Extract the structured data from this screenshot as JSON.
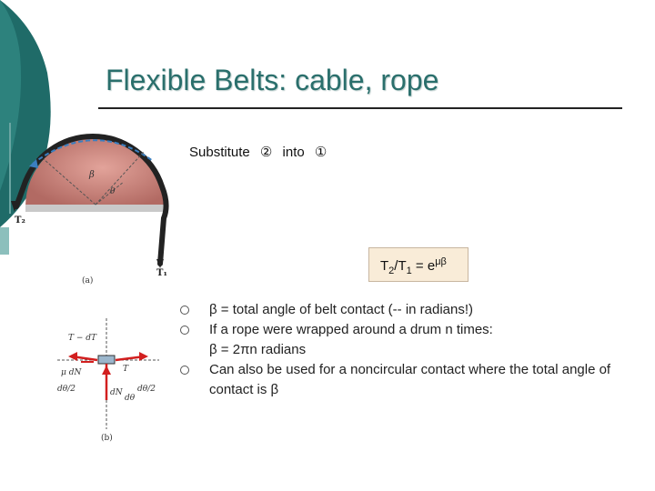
{
  "slide": {
    "title": "Flexible Belts: cable, rope",
    "substitute": {
      "word1": "Substitute",
      "eq2": "②",
      "word2": "into",
      "eq1": "①"
    },
    "formula": {
      "t2": "T",
      "sub2": "2",
      "slash": "/T",
      "sub1": "1",
      "eq": " = e",
      "exp": "μβ"
    },
    "bullets": [
      {
        "text": "β = total angle of belt contact (-- in radians!)"
      },
      {
        "text": "If a rope were wrapped around a drum n times:",
        "cont": "β = 2πn radians"
      },
      {
        "text": "Can also be used for a noncircular contact where the total angle of contact is β"
      }
    ]
  },
  "figure_a": {
    "t2": "T₂",
    "t1": "T₁",
    "caption": "(a)",
    "beta": "β",
    "theta": "θ"
  },
  "figure_b": {
    "caption": "(b)",
    "t_minus_dt": "T − dT",
    "t": "T",
    "mu_dn": "μ dN",
    "dn": "dN",
    "dtheta2_left": "dθ/2",
    "dtheta2_right": "dθ/2",
    "dtheta": "dθ"
  },
  "colors": {
    "title": "#2a6f6c",
    "teal": "#1f6b68",
    "formula_bg": "#f9ecd8"
  }
}
